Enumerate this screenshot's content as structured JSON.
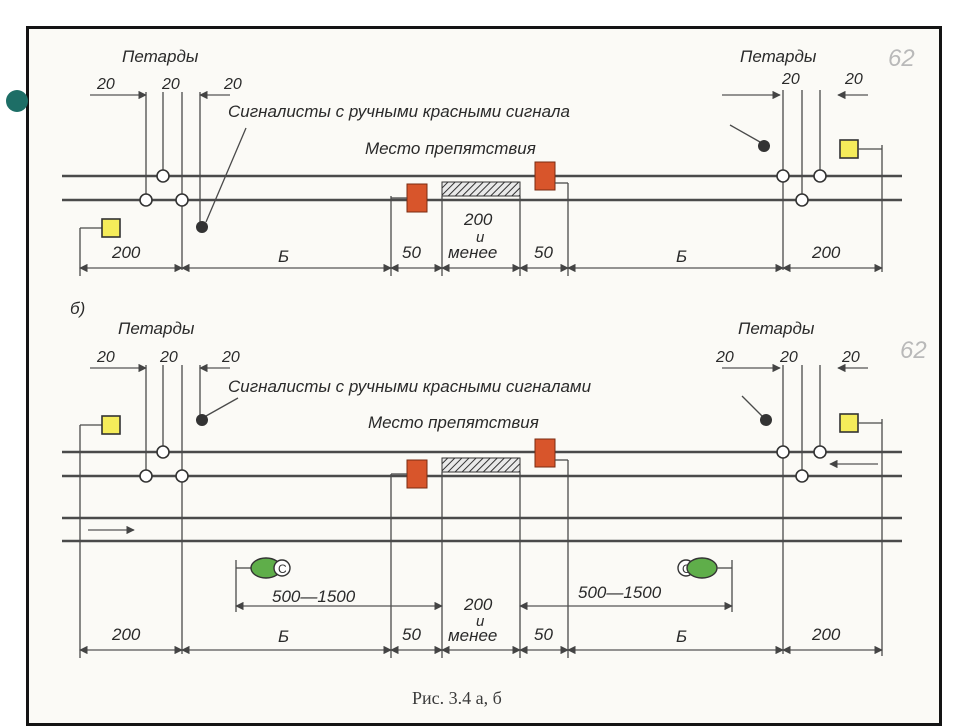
{
  "sections": [
    {
      "id": "a",
      "label": "",
      "petards_left": "Петарды",
      "petards_right": "Петарды",
      "spacing_left": [
        "20",
        "20",
        "20"
      ],
      "spacing_right": [
        "20",
        "20"
      ],
      "signalmen": "Сигналисты с ручными красными сигнала",
      "obstacle": "Место препятствия",
      "dims": [
        "200",
        "Б",
        "50",
        "200",
        "и",
        "менее",
        "50",
        "Б",
        "200"
      ]
    },
    {
      "id": "b",
      "label": "б)",
      "petards_left": "Петарды",
      "petards_right": "Петарды",
      "spacing_left": [
        "20",
        "20",
        "20"
      ],
      "spacing_right": [
        "20",
        "20",
        "20"
      ],
      "signalmen": "Сигналисты с ручными красными сигналами",
      "obstacle": "Место препятствия",
      "range_left": "500—1500",
      "range_right": "500—1500",
      "dims": [
        "200",
        "Б",
        "50",
        "200",
        "и",
        "менее",
        "50",
        "Б",
        "200"
      ]
    }
  ],
  "page_number_a": "62",
  "page_number_b": "62",
  "caption": "Рис. 3.4 а, б",
  "colors": {
    "yellow_signal": "#f5ec5a",
    "red_signal": "#d8552b",
    "green_signal": "#5fae4a"
  }
}
